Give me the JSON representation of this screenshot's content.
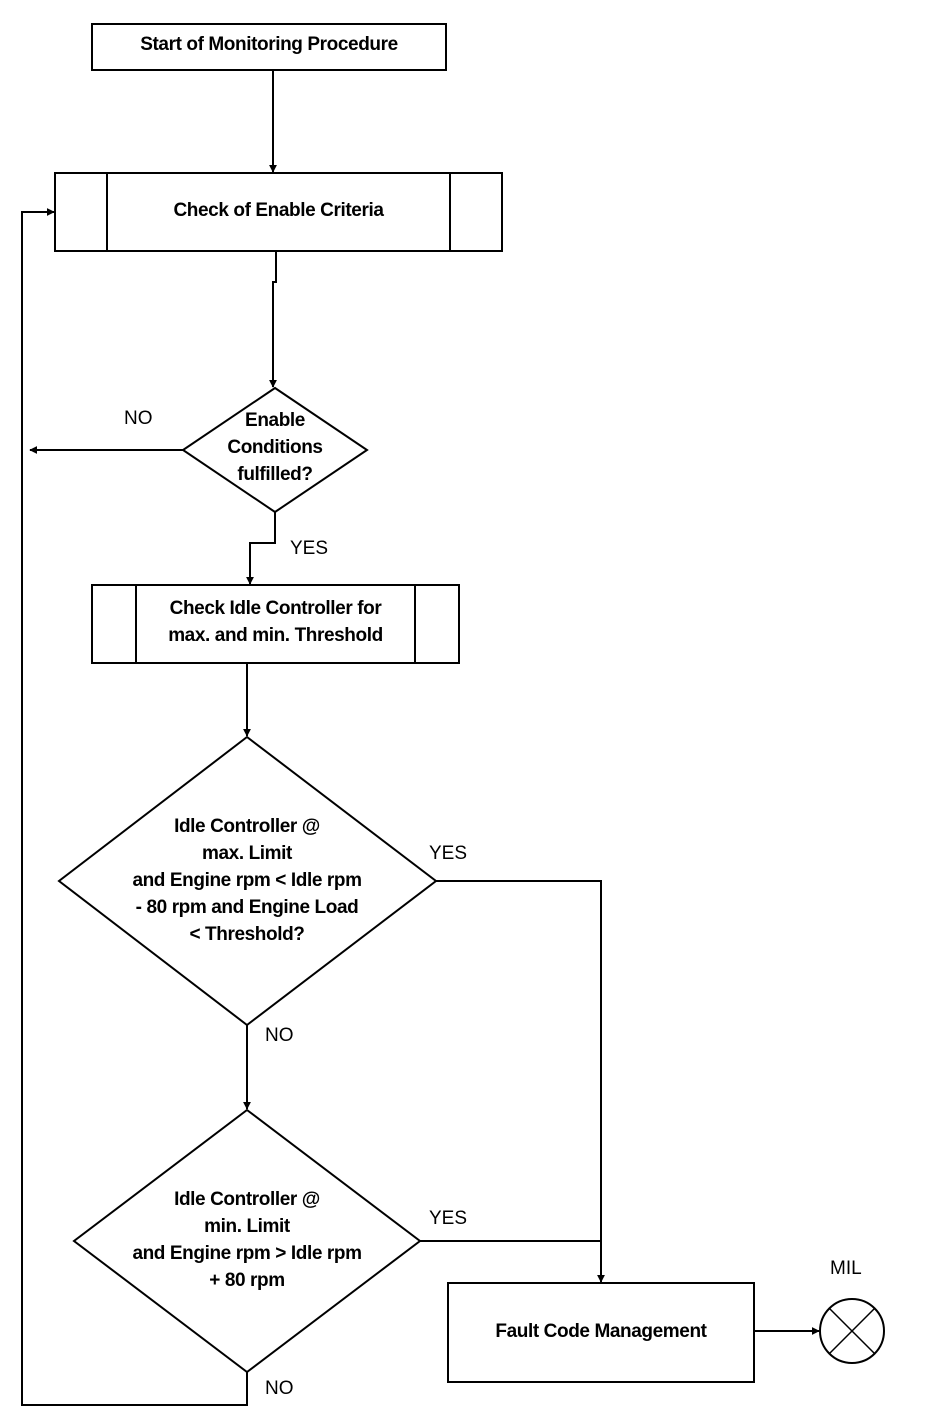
{
  "nodes": {
    "start": "Start of Monitoring Procedure",
    "enable_check": "Check of Enable Criteria",
    "enable_decision": [
      "Enable",
      "Conditions",
      "fulfilled?"
    ],
    "idle_check": [
      "Check Idle Controller for",
      "max. and min. Threshold"
    ],
    "max_decision": [
      "Idle Controller @",
      "max. Limit",
      "and Engine rpm < Idle rpm",
      "- 80 rpm and Engine Load",
      "< Threshold?"
    ],
    "min_decision": [
      "Idle Controller @",
      "min. Limit",
      "and Engine rpm > Idle rpm",
      "+ 80 rpm"
    ],
    "fault": "Fault Code Management",
    "mil": "MIL"
  },
  "labels": {
    "no_enable": "NO",
    "yes_enable": "YES",
    "yes_max": "YES",
    "no_max": "NO",
    "yes_min": "YES",
    "no_min": "NO"
  }
}
